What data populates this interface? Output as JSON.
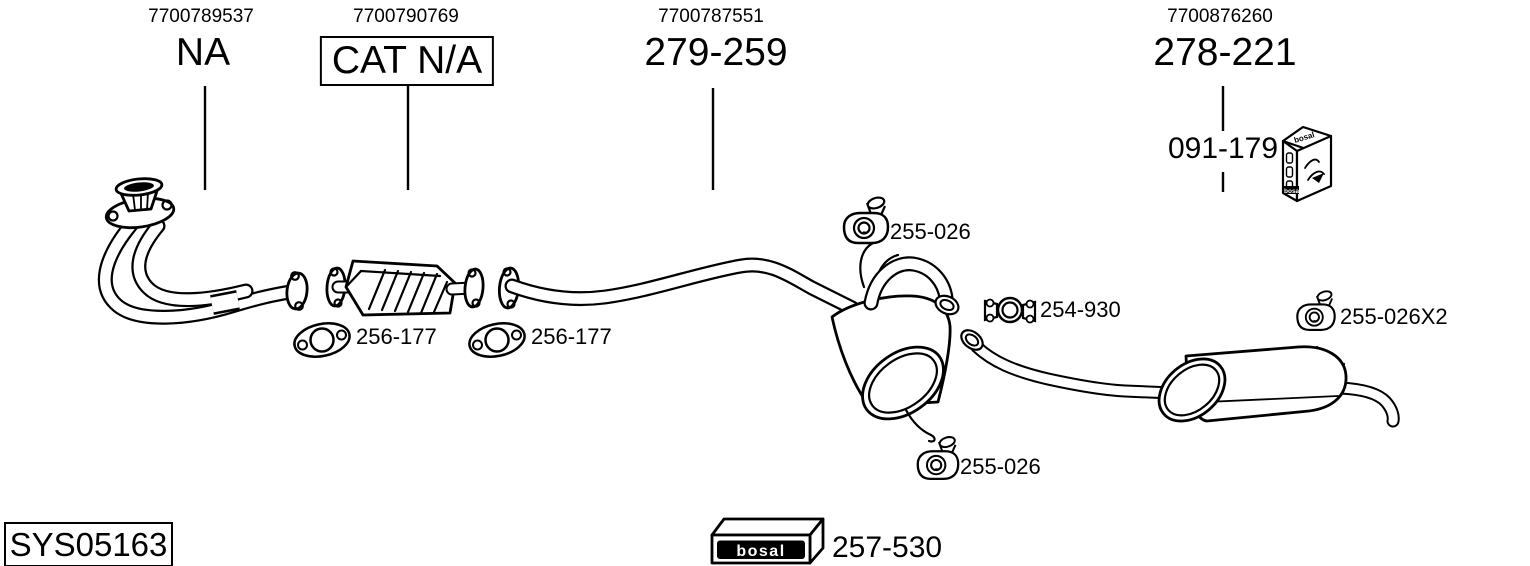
{
  "colors": {
    "background": "#ffffff",
    "ink": "#000000"
  },
  "header_refs": [
    {
      "oe_number": "7700789537",
      "label": "NA",
      "boxed": false
    },
    {
      "oe_number": "7700790769",
      "label": "CAT N/A",
      "boxed": true
    },
    {
      "oe_number": "7700787551",
      "label": "279-259",
      "boxed": false
    },
    {
      "oe_number": "7700876260",
      "label": "278-221",
      "boxed": false
    }
  ],
  "fitting_kit_callout": {
    "part_number": "091-179",
    "icon": "bosal-kit-box-icon"
  },
  "callouts": [
    {
      "part_number": "255-026",
      "icon": "rubber-hanger-icon",
      "location": "center-pipe-top"
    },
    {
      "part_number": "256-177",
      "icon": "gasket-icon",
      "location": "front-pipe-to-cat"
    },
    {
      "part_number": "256-177",
      "icon": "gasket-icon",
      "location": "cat-to-center-pipe"
    },
    {
      "part_number": "254-930",
      "icon": "pipe-clamp-icon",
      "location": "center-to-rear-joint"
    },
    {
      "part_number": "255-026X2",
      "icon": "rubber-hanger-icon",
      "location": "rear-muffler"
    },
    {
      "part_number": "255-026",
      "icon": "rubber-hanger-icon",
      "location": "center-muffler-bottom"
    }
  ],
  "footer": {
    "system_code": "SYS05163",
    "mounting_kit_part": "257-530"
  },
  "brand": {
    "name": "bosal"
  }
}
